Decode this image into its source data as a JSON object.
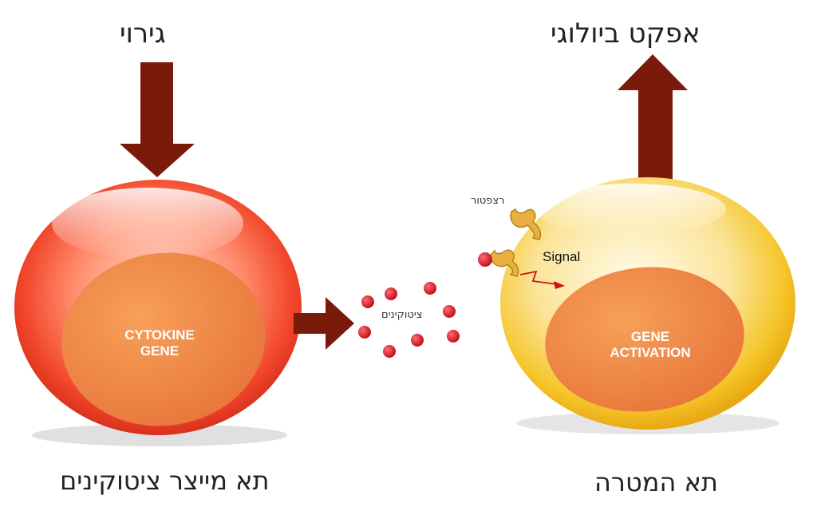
{
  "labels": {
    "stimulation": "גירוי",
    "biological_effect": "אפקט ביולוגי",
    "producer_cell": "תא מייצר ציטוקינים",
    "target_cell": "תא המטרה",
    "receptor": "רצפטור",
    "cytokines": "ציטוקינים",
    "signal": "Signal"
  },
  "producer_nucleus": {
    "line1": "CYTOKINE",
    "line2": "GENE"
  },
  "target_nucleus": {
    "line1": "GENE",
    "line2": "ACTIVATION"
  },
  "colors": {
    "arrow": "#7a1a0a",
    "producer_cell": "#f0452a",
    "target_cell": "#f3c21a",
    "nucleus": "#f08a3c",
    "cytokine": "#d8182a",
    "receptor": "#e8b040",
    "signal": "#d01010"
  }
}
